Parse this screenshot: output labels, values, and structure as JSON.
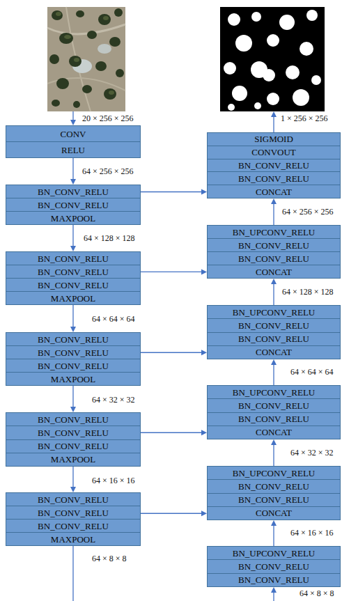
{
  "diagram": {
    "nodes": [
      {
        "text": [
          "CONV",
          "RELU"
        ]
      },
      {
        "text": [
          "BN_CONV_RELU",
          "BN_CONV_RELU",
          "MAXPOOL"
        ]
      },
      {
        "text": [
          "BN_CONV_RELU",
          "BN_CONV_RELU",
          "BN_CONV_RELU",
          "MAXPOOL"
        ]
      },
      {
        "text": [
          "BN_CONV_RELU",
          "BN_CONV_RELU",
          "BN_CONV_RELU",
          "MAXPOOL"
        ]
      },
      {
        "text": [
          "BN_CONV_RELU",
          "BN_CONV_RELU",
          "BN_CONV_RELU",
          "MAXPOOL"
        ]
      },
      {
        "text": [
          "BN_CONV_RELU",
          "BN_CONV_RELU",
          "BN_CONV_RELU",
          "MAXPOOL"
        ]
      },
      {
        "text": [
          "SIGMOID",
          "CONVOUT",
          "BN_CONV_RELU",
          "BN_CONV_RELU",
          "CONCAT"
        ]
      },
      {
        "text": [
          "BN_UPCONV_RELU",
          "BN_CONV_RELU",
          "BN_CONV_RELU",
          "CONCAT"
        ]
      },
      {
        "text": [
          "BN_UPCONV_RELU",
          "BN_CONV_RELU",
          "BN_CONV_RELU",
          "CONCAT"
        ]
      },
      {
        "text": [
          "BN_UPCONV_RELU",
          "BN_CONV_RELU",
          "BN_CONV_RELU",
          "CONCAT"
        ]
      },
      {
        "text": [
          "BN_UPCONV_RELU",
          "BN_CONV_RELU",
          "BN_CONV_RELU",
          "CONCAT"
        ]
      },
      {
        "text": [
          "BN_UPCONV_RELU",
          "BN_CONV_RELU",
          "BN_CONV_RELU"
        ]
      }
    ],
    "edges": [
      {
        "from": 0,
        "to": 1,
        "arrow": "to"
      },
      {
        "from": 1,
        "to": 2,
        "arrow": "to"
      },
      {
        "from": 2,
        "to": 3,
        "arrow": "to"
      },
      {
        "from": 3,
        "to": 4,
        "arrow": "to"
      },
      {
        "from": 4,
        "to": 5,
        "arrow": "to"
      },
      {
        "from": 1,
        "to": 6,
        "arrow": "to"
      },
      {
        "from": 2,
        "to": 7,
        "arrow": "to"
      },
      {
        "from": 3,
        "to": 8,
        "arrow": "to"
      },
      {
        "from": 4,
        "to": 9,
        "arrow": "to"
      },
      {
        "from": 5,
        "to": 10,
        "arrow": "to"
      },
      {
        "from": 11,
        "to": 10,
        "arrow": "to"
      },
      {
        "from": 10,
        "to": 9,
        "arrow": "to"
      },
      {
        "from": 9,
        "to": 8,
        "arrow": "to"
      },
      {
        "from": 8,
        "to": 7,
        "arrow": "to"
      },
      {
        "from": 7,
        "to": 6,
        "arrow": "to"
      }
    ],
    "labels": [
      "20 × 256 × 256",
      "64 × 256 × 256",
      "64 × 128 × 128",
      "64 × 64 × 64",
      "64 × 32 × 32",
      "64 × 16 × 16",
      "64 × 8 × 8",
      "1 × 256 × 256",
      "64 × 256 × 256",
      "64 × 128 × 128",
      "64 × 64 × 64",
      "64 × 32 × 32",
      "64 × 16 × 16",
      "64 × 8 × 8"
    ]
  }
}
